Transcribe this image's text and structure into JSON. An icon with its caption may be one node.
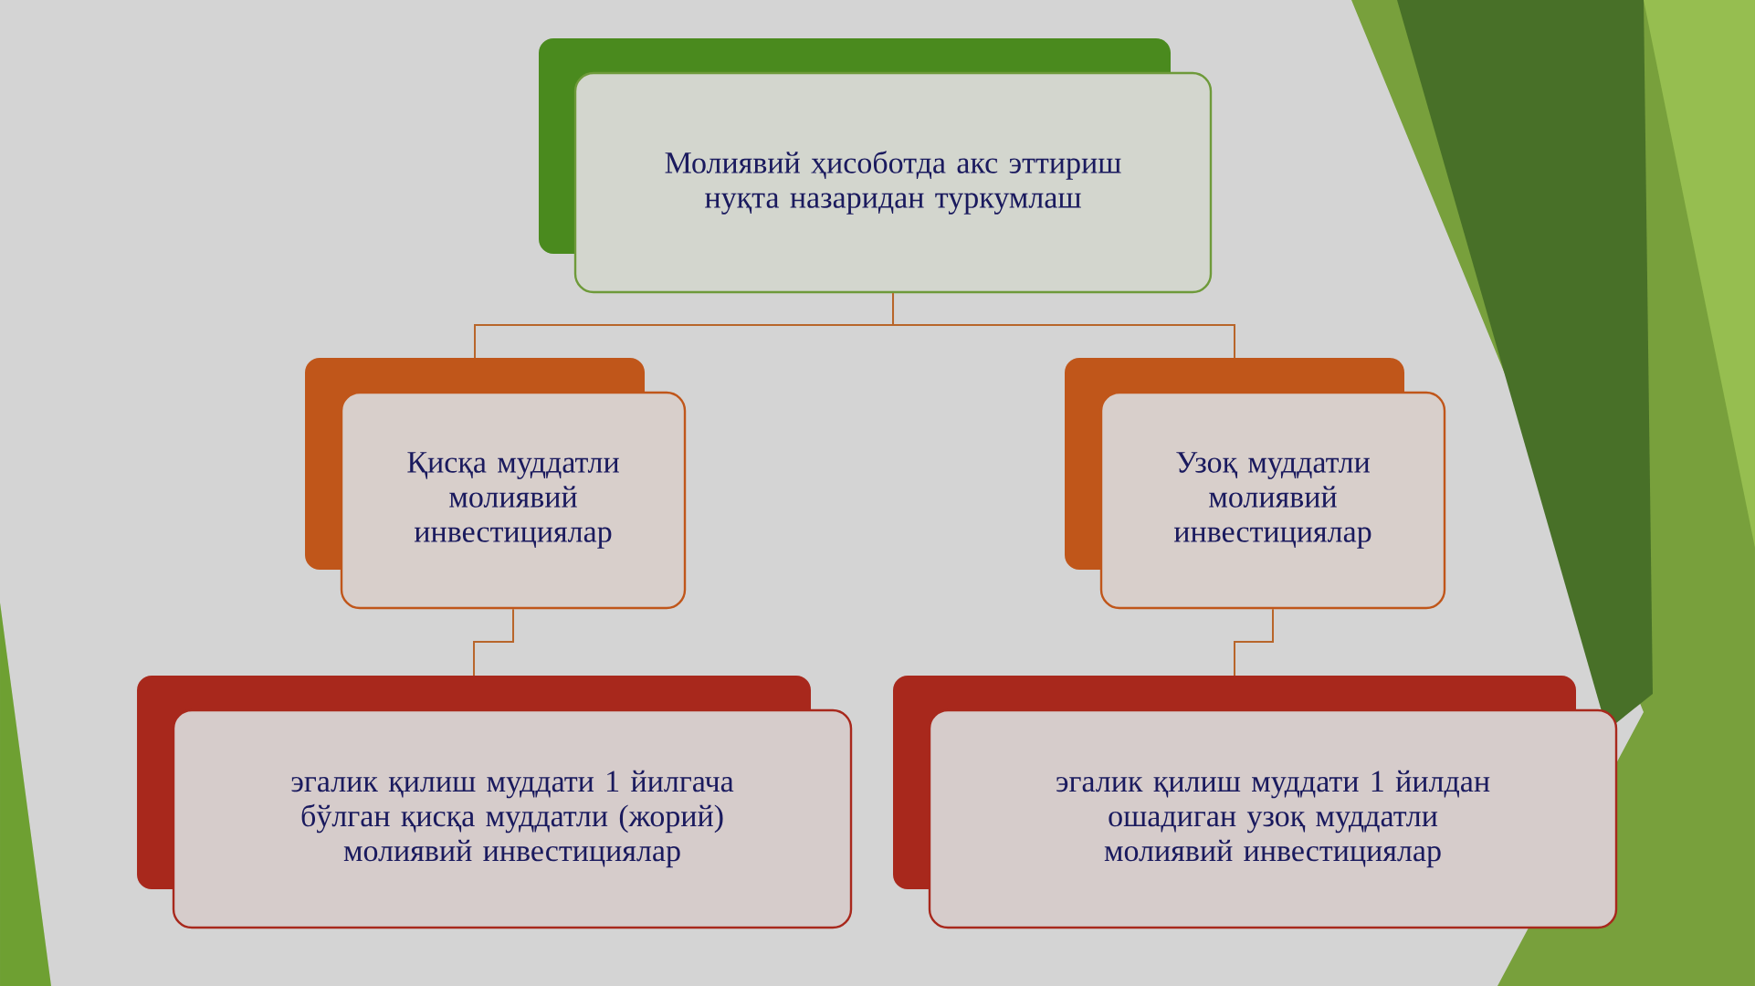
{
  "diagram": {
    "nodes": [
      {
        "text": [
          "Молиявий ҳисоботда акс эттириш нуқта назаридан туркумлаш"
        ]
      },
      {
        "text": [
          "Қисқа муддатли молиявий инвестициялар"
        ]
      },
      {
        "text": [
          "Узоқ муддатли молиявий инвестициялар"
        ]
      },
      {
        "text": [
          "эгалик қилиш муддати 1 йилгача бўлган қисқа муддатли (жорий) молиявий инвестициялар"
        ]
      },
      {
        "text": [
          "эгалик қилиш муддати 1 йилдан ошадиган узоқ муддатли молиявий инвестициялар"
        ]
      }
    ],
    "edges": [
      {
        "from": 0,
        "to": 1,
        "arrow": "none"
      },
      {
        "from": 0,
        "to": 2,
        "arrow": "none"
      },
      {
        "from": 1,
        "to": 3,
        "arrow": "none"
      },
      {
        "from": 2,
        "to": 4,
        "arrow": "none"
      }
    ]
  }
}
